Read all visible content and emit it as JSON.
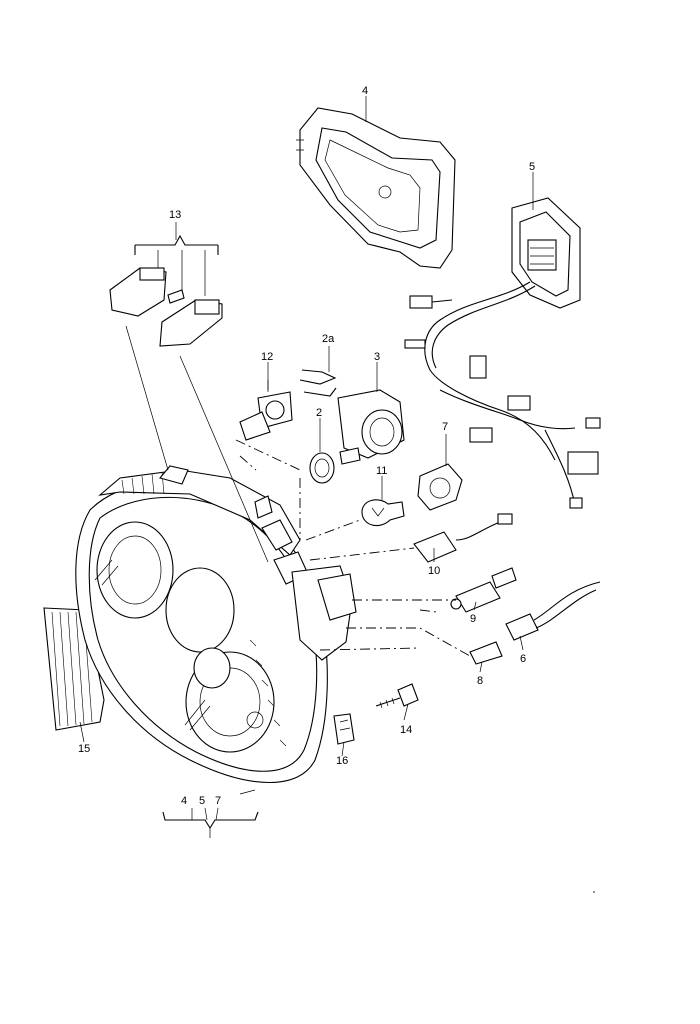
{
  "labels": {
    "l1": "4",
    "l2": "5",
    "l3": "13",
    "l4": "2a",
    "l5": "12",
    "l6": "3",
    "l7": "2",
    "l8": "7",
    "l9": "11",
    "l10": "10",
    "l11": "9",
    "l12": "6",
    "l13": "8",
    "l14": "14",
    "l15": "16",
    "l16": "15",
    "l17": "4",
    "l18": "5",
    "l19": "7"
  }
}
